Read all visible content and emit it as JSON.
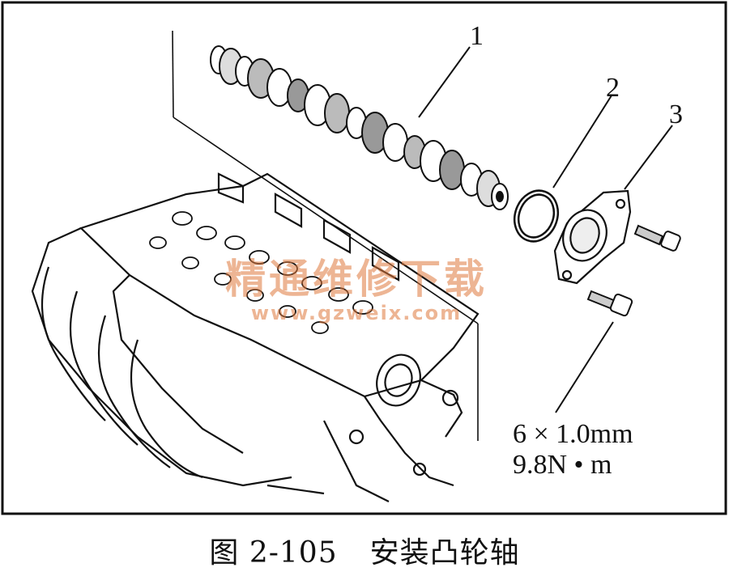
{
  "callouts": {
    "part1": "1",
    "part2": "2",
    "part3": "3"
  },
  "spec": {
    "size": "6 × 1.0mm",
    "torque": "9.8N • m"
  },
  "caption": {
    "figure_number": "图 2-105",
    "title": "安装凸轮轴"
  },
  "watermark": {
    "text_zh": "精通维修下载",
    "url": "www.gzweix.com",
    "color": "#de783c"
  }
}
